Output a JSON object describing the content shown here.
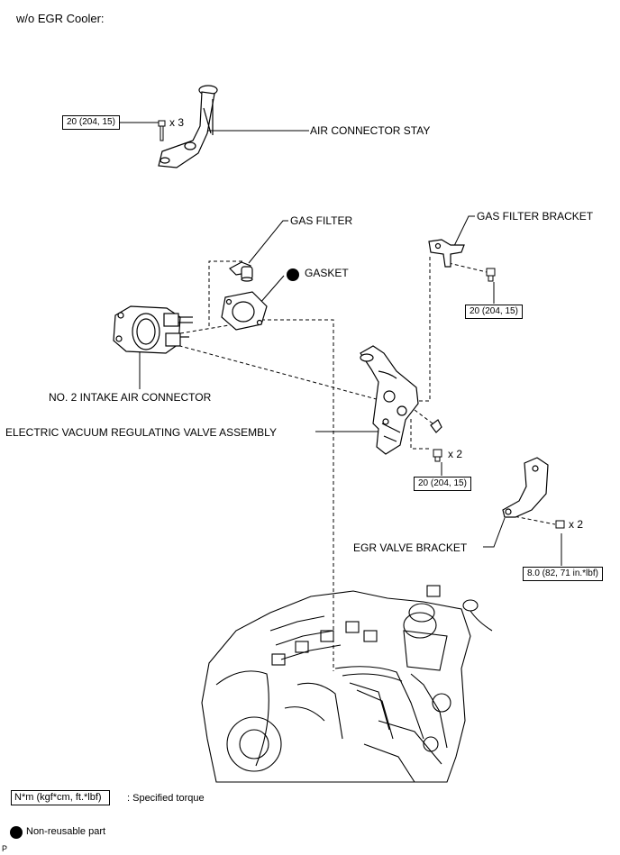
{
  "header": {
    "title": "w/o EGR Cooler:"
  },
  "labels": {
    "air_connector_stay": "AIR CONNECTOR STAY",
    "gas_filter": "GAS FILTER",
    "gasket": "GASKET",
    "gas_filter_bracket": "GAS FILTER BRACKET",
    "no2_intake_air_connector": "NO. 2 INTAKE AIR CONNECTOR",
    "evrv_assembly": "ELECTRIC VACUUM REGULATING VALVE ASSEMBLY",
    "egr_valve_bracket": "EGR VALVE BRACKET"
  },
  "torques": {
    "stay": "20 (204, 15)",
    "bracket": "20 (204, 15)",
    "evrv": "20 (204, 15)",
    "egr": "8.0 (82, 71 in.*lbf)"
  },
  "quantities": {
    "stay": "x 3",
    "evrv": "x 2",
    "egr": "x 2"
  },
  "legend": {
    "torque_box": "N*m (kgf*cm, ft.*lbf)",
    "torque_desc": ": Specified torque",
    "nonreusable_desc": "Non-reusable part"
  },
  "footer": {
    "code": "P"
  }
}
